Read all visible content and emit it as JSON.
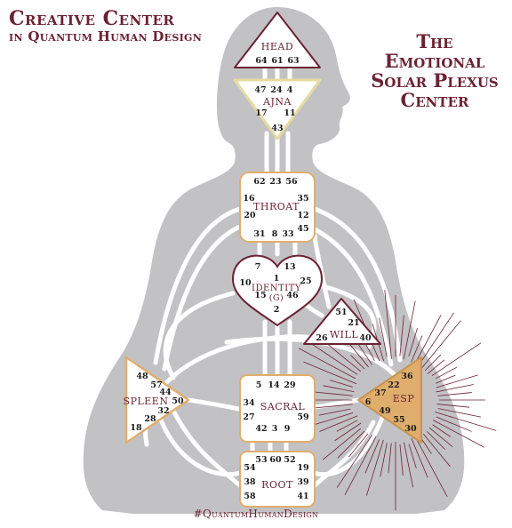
{
  "title": {
    "line1": "Creative Center",
    "line2": "in Quantum Human Design"
  },
  "subtitle": {
    "line1": "The",
    "line2": "Emotional",
    "line3": "Solar Plexus",
    "line4": "Center"
  },
  "footer": "#QuantumHumanDesign",
  "colors": {
    "body": "#c2c2c4",
    "channel": "#ffffff",
    "accent": "#6b2232",
    "esp_fill": "#dfae6c",
    "ajna_border": "#e4dca0",
    "center_fill": "#ffffff"
  },
  "centers": {
    "head": {
      "name": "HEAD",
      "gates": [
        "64",
        "61",
        "63"
      ]
    },
    "ajna": {
      "name": "AJNA",
      "gates": [
        "47",
        "24",
        "4",
        "17",
        "11",
        "43"
      ]
    },
    "throat": {
      "name": "THROAT",
      "gates": [
        "62",
        "23",
        "56",
        "16",
        "35",
        "20",
        "12",
        "45",
        "31",
        "8",
        "33"
      ]
    },
    "identity": {
      "name": "IDENTITY",
      "sub": "(G)",
      "gates": [
        "7",
        "13",
        "1",
        "10",
        "25",
        "15",
        "46",
        "2"
      ]
    },
    "will": {
      "name": "WILL",
      "gates": [
        "51",
        "21",
        "26",
        "40"
      ]
    },
    "spleen": {
      "name": "SPLEEN",
      "gates": [
        "48",
        "57",
        "44",
        "50",
        "32",
        "28",
        "18"
      ]
    },
    "sacral": {
      "name": "SACRAL",
      "gates": [
        "5",
        "14",
        "29",
        "34",
        "27",
        "59",
        "42",
        "3",
        "9"
      ]
    },
    "esp": {
      "name": "ESP",
      "gates": [
        "36",
        "22",
        "37",
        "6",
        "49",
        "55",
        "30"
      ]
    },
    "root": {
      "name": "ROOT",
      "gates": [
        "53",
        "60",
        "52",
        "54",
        "19",
        "38",
        "39",
        "58",
        "41"
      ]
    }
  }
}
